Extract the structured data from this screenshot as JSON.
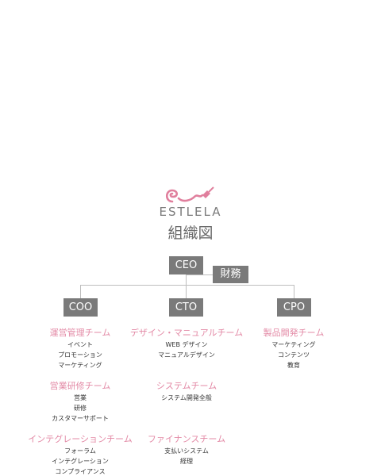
{
  "brand": {
    "name": "ESTLELA",
    "logo": "estlela-logo"
  },
  "title": "組織図",
  "nodes": {
    "ceo": "CEO",
    "finance": "財務",
    "coo": "COO",
    "cto": "CTO",
    "cpo": "CPO"
  },
  "coo_teams": [
    {
      "name": "運営管理チーム",
      "items": [
        "イベント",
        "プロモーション",
        "マーケティング"
      ]
    },
    {
      "name": "営業研修チーム",
      "items": [
        "営業",
        "研修",
        "カスタマーサポート"
      ]
    },
    {
      "name": "インテグレーションチーム",
      "items": [
        "フォーラム",
        "インテグレーション",
        "コンプライアンス"
      ]
    }
  ],
  "cto_teams": [
    {
      "name": "デザイン・マニュアルチーム",
      "items": [
        "WEB デザイン",
        "マニュアルデザイン"
      ]
    },
    {
      "name": "システムチーム",
      "items": [
        "システム開発全般"
      ]
    },
    {
      "name": "ファイナンスチーム",
      "items": [
        "支払いシステム",
        "経理"
      ]
    }
  ],
  "cpo_teams": [
    {
      "name": "製品開発チーム",
      "items": [
        "マーケティング",
        "コンテンツ",
        "教育"
      ]
    }
  ],
  "colors": {
    "node_bg": "#7a7a7a",
    "team_text": "#e38aa6",
    "line": "#bdbdbd",
    "logo_pink": "#e07f9d"
  }
}
